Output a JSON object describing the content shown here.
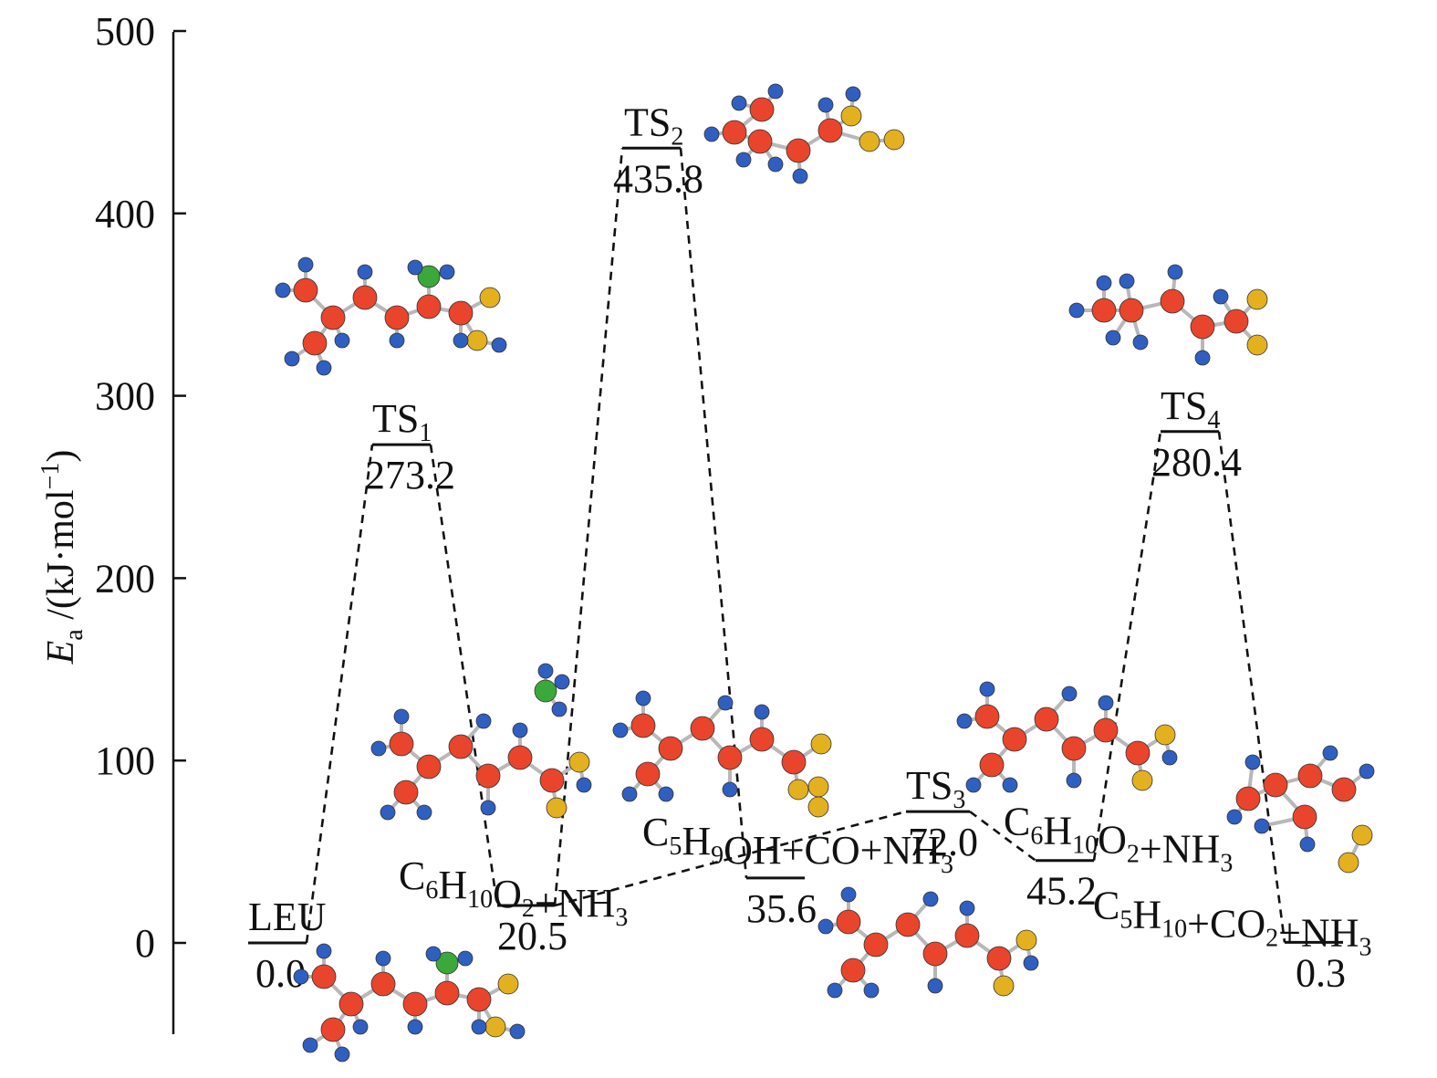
{
  "chart_data": {
    "type": "energy_profile",
    "ylabel": {
      "main": "E",
      "sub": "a",
      "rest": " /(kJ·mol",
      "sup": "−1",
      "close": ")"
    },
    "ylim": [
      -50,
      500
    ],
    "yticks": [
      0,
      100,
      200,
      300,
      400,
      500
    ],
    "levels": [
      {
        "id": "leu",
        "label": "LEU",
        "value": 0.0,
        "value_text": "0.0"
      },
      {
        "id": "ts1",
        "label": "TS1",
        "value": 273.2,
        "value_text": "273.2"
      },
      {
        "id": "int1",
        "label": "C6H10O2+NH3",
        "value": 20.5,
        "value_text": "20.5"
      },
      {
        "id": "ts2",
        "label": "TS2",
        "value": 435.8,
        "value_text": "435.8"
      },
      {
        "id": "p1",
        "label": "C5H9OH+CO+NH3",
        "value": 35.6,
        "value_text": "35.6"
      },
      {
        "id": "ts3",
        "label": "TS3",
        "value": 72.0,
        "value_text": "72.0"
      },
      {
        "id": "int2",
        "label": "C6H10O2+NH3",
        "value": 45.2,
        "value_text": "45.2"
      },
      {
        "id": "ts4",
        "label": "TS4",
        "value": 280.4,
        "value_text": "280.4"
      },
      {
        "id": "p2",
        "label": "C5H10+CO2+NH3",
        "value": 0.3,
        "value_text": "0.3"
      }
    ],
    "connections": [
      [
        "leu",
        "ts1"
      ],
      [
        "ts1",
        "int1"
      ],
      [
        "int1",
        "ts2"
      ],
      [
        "ts2",
        "p1"
      ],
      [
        "int1",
        "ts3"
      ],
      [
        "ts3",
        "int2"
      ],
      [
        "int2",
        "ts4"
      ],
      [
        "ts4",
        "p2"
      ]
    ],
    "colors": {
      "carbon": "#e8452c",
      "hydrogen": "#2f5fc0",
      "nitrogen": "#3aa83a",
      "oxygen": "#e3b020",
      "line": "#111111"
    }
  }
}
